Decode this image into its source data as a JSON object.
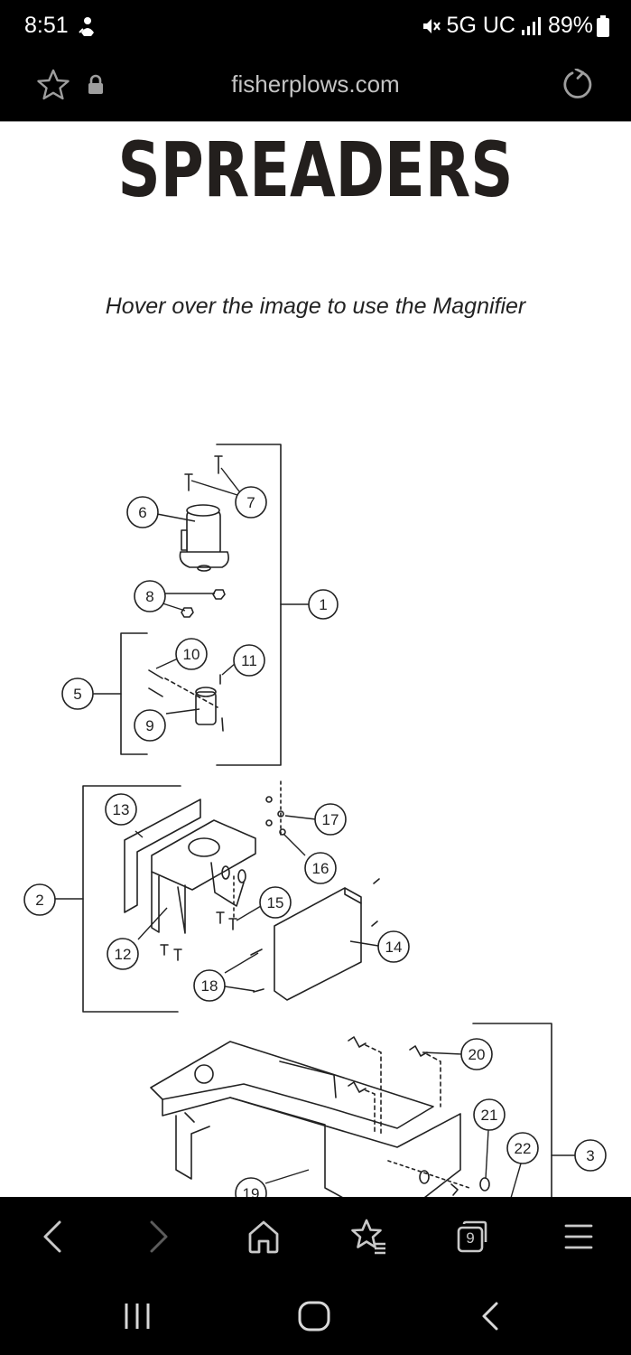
{
  "status_bar": {
    "time": "8:51",
    "network": "5G UC",
    "battery": "89%"
  },
  "url_bar": {
    "url": "fisherplows.com"
  },
  "page": {
    "title": "SPREADERS",
    "hint": "Hover over the image to use the Magnifier"
  },
  "diagram": {
    "callouts": [
      "1",
      "2",
      "3",
      "5",
      "6",
      "7",
      "8",
      "9",
      "10",
      "11",
      "12",
      "13",
      "14",
      "15",
      "16",
      "17",
      "18",
      "19",
      "20",
      "21",
      "22"
    ]
  },
  "nav": {
    "tabs_count": "9"
  },
  "colors": {
    "bar_bg": "#000000",
    "page_bg": "#ffffff",
    "title": "#231f1d",
    "line": "#222222"
  }
}
